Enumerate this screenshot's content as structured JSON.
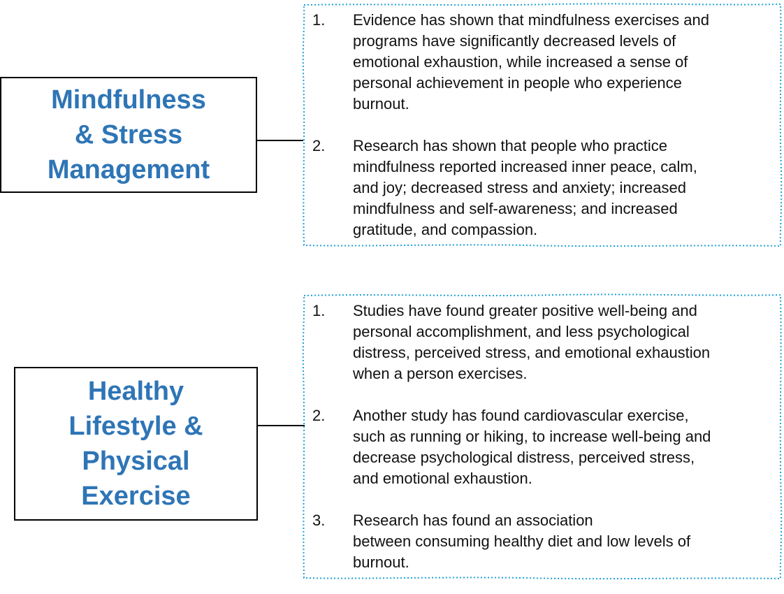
{
  "colors": {
    "title_blue": "#2e75b6",
    "panel_border": "#1fa2d8",
    "box_border": "#000000"
  },
  "sections": [
    {
      "title": "Mindfulness\n& Stress\nManagement",
      "points": [
        {
          "number": "1.",
          "text": "Evidence has shown that mindfulness exercises and\nprograms have significantly decreased levels of\nemotional exhaustion, while increased a sense of\npersonal achievement in people who experience\nburnout."
        },
        {
          "number": "2.",
          "text": "Research has shown that people who practice\nmindfulness reported increased inner peace, calm,\nand joy; decreased stress and anxiety; increased\nmindfulness and self-awareness; and increased\ngratitude, and compassion."
        }
      ]
    },
    {
      "title": "Healthy\nLifestyle &\nPhysical\nExercise",
      "points": [
        {
          "number": "1.",
          "text": "Studies have found greater positive well-being and\npersonal accomplishment, and less psychological\ndistress, perceived stress, and emotional exhaustion\nwhen a person exercises."
        },
        {
          "number": "2.",
          "text": "Another study has found cardiovascular exercise,\nsuch as running or hiking, to increase well-being and\ndecrease psychological distress, perceived stress,\nand emotional exhaustion."
        },
        {
          "number": "3.",
          "text": "Research has found an association\nbetween consuming healthy diet and low levels of\nburnout."
        }
      ]
    }
  ]
}
